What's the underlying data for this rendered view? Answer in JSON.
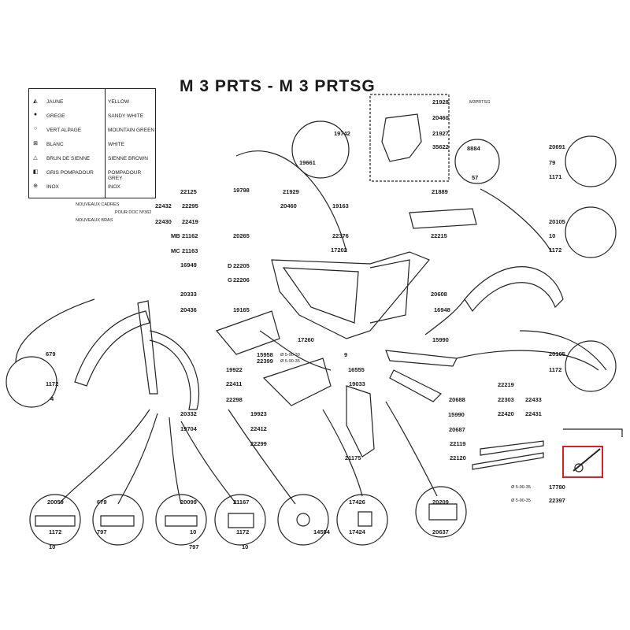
{
  "title": "M 3 PRTS  -  M 3 PRTSG",
  "legend": [
    {
      "symbol": "◭",
      "fr": "JAUNE",
      "en": "YELLOW"
    },
    {
      "symbol": "●",
      "fr": "GREGE",
      "en": "SANDY WHITE"
    },
    {
      "symbol": "○",
      "fr": "VERT ALPAGE",
      "en": "MOUNTAIN GREEN"
    },
    {
      "symbol": "⊠",
      "fr": "BLANC",
      "en": "WHITE"
    },
    {
      "symbol": "△",
      "fr": "BRUN DE SIENNE",
      "en": "SIENNE BROWN"
    },
    {
      "symbol": "◧",
      "fr": "GRIS POMPADOUR",
      "en": "POMPADOUR GREY"
    },
    {
      "symbol": "⊕",
      "fr": "INOX",
      "en": "INOX"
    }
  ],
  "notes": {
    "nouveaux_cadres": "NOUVEAUX CADRES",
    "pour_doc": "POUR DOC Nº362",
    "nouveaux_bras": "NOUVEAUX BRAS",
    "m3prtsg": "M3PRTSG"
  },
  "labels": {
    "p21928": "21928",
    "p20460a": "20460",
    "p21927": "21927",
    "p35622": "35622",
    "p19742": "19742",
    "p19661": "19661",
    "p19798": "19798",
    "p8884": "8884",
    "p57": "57",
    "p20691": "20691",
    "p79": "79",
    "p1171": "1171",
    "p22125": "22125",
    "p22432": "22432",
    "p22295": "22295",
    "p22430": "22430",
    "p22419": "22419",
    "p21162": "21162",
    "p21163": "21163",
    "p16949": "16949",
    "mb": "MB",
    "mc": "MC",
    "p21929": "21929",
    "p20460b": "20460",
    "p19163": "19163",
    "p21889": "21889",
    "p22215": "22215",
    "p20105a": "20105",
    "p10a": "10",
    "p1172a": "1172",
    "p20265": "20265",
    "p22376": "22376",
    "p17202": "17202",
    "d": "D",
    "p22205": "22205",
    "g": "G",
    "p22206": "22206",
    "p20333": "20333",
    "p20436": "20436",
    "p19165": "19165",
    "p20608": "20608",
    "p16948": "16948",
    "p15990a": "15990",
    "p17260": "17260",
    "p15958": "15958",
    "p22399": "22399",
    "dim1": "Ø 5-90-30",
    "dim2": "Ø 5-90-35",
    "p9": "9",
    "p679a": "679",
    "p1172b": "1172",
    "p4": "4",
    "p19922": "19922",
    "p22411": "22411",
    "p22298": "22298",
    "p20105b": "20105",
    "p1172c": "1172",
    "p16555": "16555",
    "p19033": "19033",
    "p20688": "20688",
    "p15990b": "15990",
    "p20687": "20687",
    "p22219": "22219",
    "p22433": "22433",
    "p22303": "22303",
    "p22420": "22420",
    "p22431": "22431",
    "p20332": "20332",
    "p19704": "19704",
    "p19923": "19923",
    "p22412": "22412",
    "p22299": "22299",
    "p21175": "21175",
    "p22119": "22119",
    "p22120": "22120",
    "p17780": "17780",
    "p22397": "22397",
    "dim3": "Ø 5-90-35",
    "dim4": "Ø 5-90-35",
    "p20059": "20059",
    "p1172d": "1172",
    "p10b": "10",
    "p679b": "679",
    "p797a": "797",
    "p20099": "20099",
    "p10c": "10",
    "p797b": "797",
    "p21167": "21167",
    "p1172e": "1172",
    "p10d": "10",
    "p14554": "14554",
    "p17426": "17426",
    "p17424": "17424",
    "p20209": "20209",
    "p20637": "20637"
  },
  "colors": {
    "ink": "#1a1a1a",
    "highlight": "#d8202a"
  }
}
